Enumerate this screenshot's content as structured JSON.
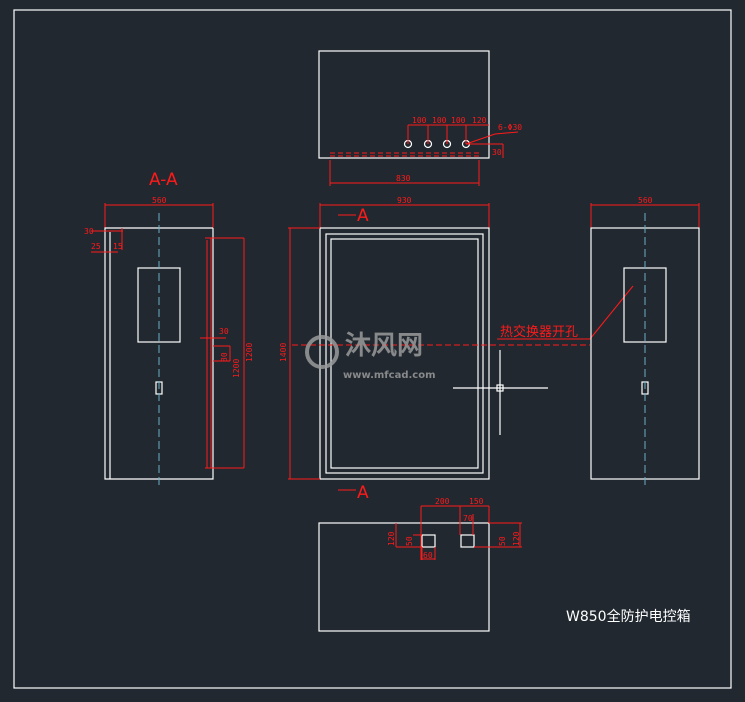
{
  "drawing": {
    "title": "W850全防护电控箱",
    "section_label": "A-A",
    "section_marker": "A",
    "annotation": "热交换器开孔",
    "colors": {
      "background": "#212830",
      "outline": "#ffffff",
      "dimension": "#ff1a1a",
      "centerline": "#6ab0c8"
    }
  },
  "top_view": {
    "hole_spacing": [
      "100",
      "100",
      "100",
      "120"
    ],
    "hole_callout": "6-Φ30",
    "edge_offset": "30",
    "inner_width": "830",
    "outer_width": "930"
  },
  "section_view": {
    "width": "560",
    "flange_dims": [
      "30",
      "25",
      "15"
    ],
    "side_dims": [
      "30",
      "80",
      "1200",
      "1200"
    ]
  },
  "front_view": {
    "height": "1400"
  },
  "side_view": {
    "width": "560"
  },
  "bottom_view": {
    "dims": [
      "200",
      "150",
      "70",
      "120",
      "50",
      "60",
      "50",
      "120"
    ]
  },
  "watermark": {
    "brand": "沐风网",
    "url": "www.mfcad.com"
  }
}
